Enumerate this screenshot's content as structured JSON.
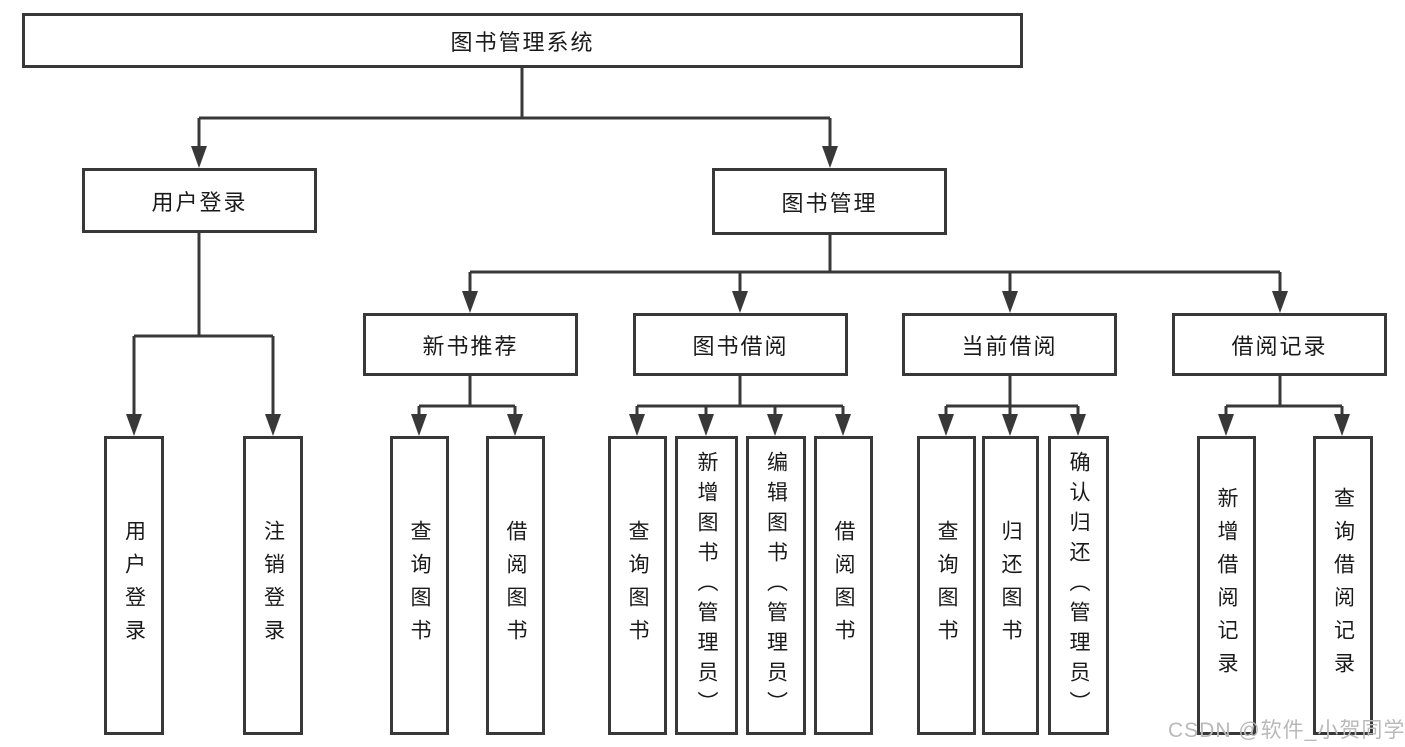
{
  "diagram": {
    "root": {
      "label": "图书管理系统"
    },
    "level2": [
      {
        "label": "用户登录"
      },
      {
        "label": "图书管理"
      }
    ],
    "level3": [
      {
        "label": "新书推荐"
      },
      {
        "label": "图书借阅"
      },
      {
        "label": "当前借阅"
      },
      {
        "label": "借阅记录"
      }
    ],
    "leaves": [
      {
        "label": "用户登录"
      },
      {
        "label": "注销登录"
      },
      {
        "label": "查询图书"
      },
      {
        "label": "借阅图书"
      },
      {
        "label": "查询图书"
      },
      {
        "label": "新增图书（管理员）"
      },
      {
        "label": "编辑图书（管理员）"
      },
      {
        "label": "借阅图书"
      },
      {
        "label": "查询图书"
      },
      {
        "label": "归还图书"
      },
      {
        "label": "确认归还（管理员）"
      },
      {
        "label": "新增借阅记录"
      },
      {
        "label": "查询借阅记录"
      }
    ]
  },
  "watermark": {
    "text": "CSDN @软件_小贺同学"
  },
  "colors": {
    "line": "#383838",
    "box_border": "#383838",
    "box_fill": "#ffffff",
    "text": "#1a1a1a",
    "watermark": "#b9b9b9",
    "background": "#ffffff"
  }
}
